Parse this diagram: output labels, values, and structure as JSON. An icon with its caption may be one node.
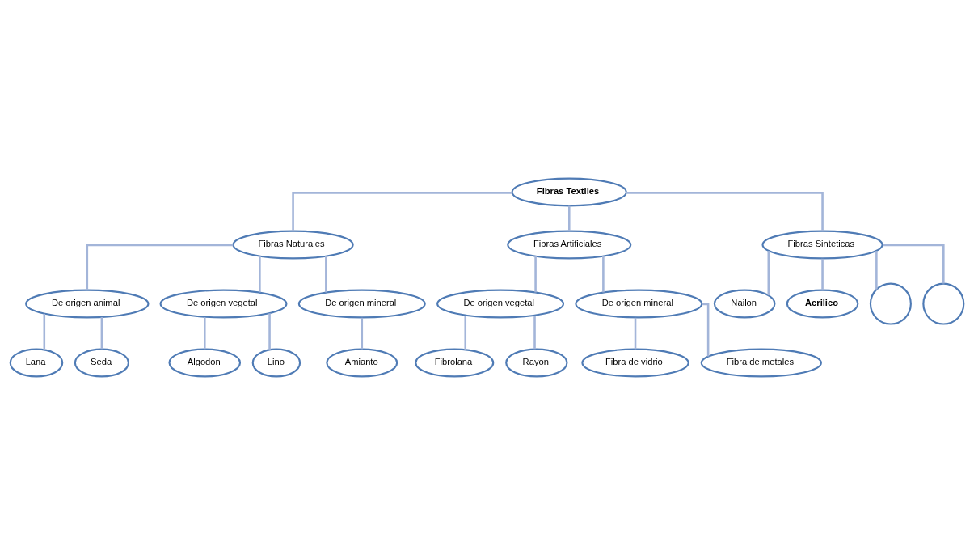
{
  "diagram": {
    "nodes": [
      {
        "text": [
          "Fibras Textiles"
        ]
      },
      {
        "text": [
          "Fibras Naturales"
        ]
      },
      {
        "text": [
          "Fibras Artificiales"
        ]
      },
      {
        "text": [
          "Fibras Sinteticas"
        ]
      },
      {
        "text": [
          "De origen animal"
        ]
      },
      {
        "text": [
          "De origen vegetal"
        ]
      },
      {
        "text": [
          "De origen mineral"
        ]
      },
      {
        "text": [
          "De origen vegetal"
        ]
      },
      {
        "text": [
          "De origen mineral"
        ]
      },
      {
        "text": [
          "Lana"
        ]
      },
      {
        "text": [
          "Seda"
        ]
      },
      {
        "text": [
          "Algodon"
        ]
      },
      {
        "text": [
          "Lino"
        ]
      },
      {
        "text": [
          "Amianto"
        ]
      },
      {
        "text": [
          "Fibrolana"
        ]
      },
      {
        "text": [
          "Rayon"
        ]
      },
      {
        "text": [
          "Fibra de vidrio"
        ]
      },
      {
        "text": [
          "Fibra de metales"
        ]
      },
      {
        "text": [
          "Nailon"
        ]
      },
      {
        "text": [
          "Acrilico"
        ]
      },
      {
        "text": [],
        "shape": "circle"
      },
      {
        "text": [],
        "shape": "circle"
      }
    ],
    "edges": [
      {
        "from": 0,
        "to": 1,
        "arrow": "none"
      },
      {
        "from": 0,
        "to": 2,
        "arrow": "none"
      },
      {
        "from": 0,
        "to": 3,
        "arrow": "none"
      },
      {
        "from": 1,
        "to": 4,
        "arrow": "none"
      },
      {
        "from": 1,
        "to": 5,
        "arrow": "none"
      },
      {
        "from": 1,
        "to": 6,
        "arrow": "none"
      },
      {
        "from": 2,
        "to": 7,
        "arrow": "none"
      },
      {
        "from": 2,
        "to": 8,
        "arrow": "none"
      },
      {
        "from": 4,
        "to": 9,
        "arrow": "none"
      },
      {
        "from": 4,
        "to": 10,
        "arrow": "none"
      },
      {
        "from": 5,
        "to": 11,
        "arrow": "none"
      },
      {
        "from": 5,
        "to": 12,
        "arrow": "none"
      },
      {
        "from": 6,
        "to": 13,
        "arrow": "none"
      },
      {
        "from": 7,
        "to": 14,
        "arrow": "none"
      },
      {
        "from": 7,
        "to": 15,
        "arrow": "none"
      },
      {
        "from": 8,
        "to": 16,
        "arrow": "none"
      },
      {
        "from": 8,
        "to": 17,
        "arrow": "none"
      },
      {
        "from": 3,
        "to": 18,
        "arrow": "none"
      },
      {
        "from": 3,
        "to": 19,
        "arrow": "none"
      },
      {
        "from": 3,
        "to": 20,
        "arrow": "none"
      },
      {
        "from": 3,
        "to": 21,
        "arrow": "none"
      }
    ]
  }
}
